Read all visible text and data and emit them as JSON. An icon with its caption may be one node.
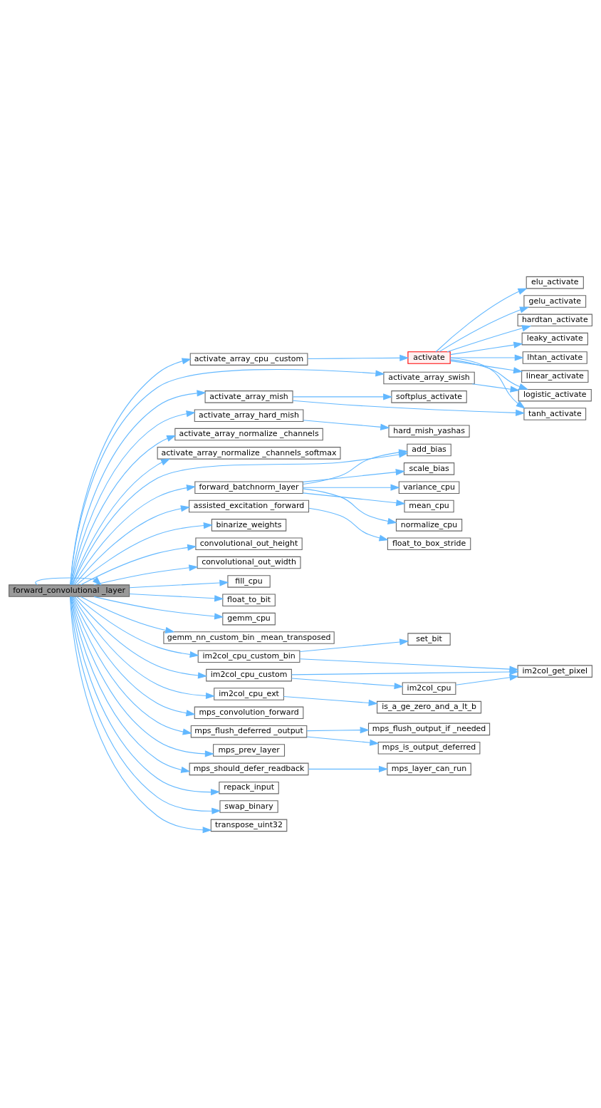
{
  "diagram": {
    "nodes": [
      {
        "text": [
          "forward_convolutional _layer"
        ]
      },
      {
        "text": [
          "activate_array_cpu _custom"
        ]
      },
      {
        "text": [
          "activate"
        ]
      },
      {
        "text": [
          "leaky_activate"
        ]
      },
      {
        "text": [
          "lhtan_activate"
        ]
      },
      {
        "text": [
          "linear_activate"
        ]
      },
      {
        "text": [
          "elu_activate"
        ]
      },
      {
        "text": [
          "gelu_activate"
        ]
      },
      {
        "text": [
          "hardtan_activate"
        ]
      },
      {
        "text": [
          "logistic_activate"
        ]
      },
      {
        "text": [
          "tanh_activate"
        ]
      },
      {
        "text": [
          "activate_array_swish"
        ]
      },
      {
        "text": [
          "activate_array_mish"
        ]
      },
      {
        "text": [
          "softplus_activate"
        ]
      },
      {
        "text": [
          "activate_array_hard_mish"
        ]
      },
      {
        "text": [
          "hard_mish_yashas"
        ]
      },
      {
        "text": [
          "activate_array_normalize _channels"
        ]
      },
      {
        "text": [
          "activate_array_normalize _channels_softmax"
        ]
      },
      {
        "text": [
          "add_bias"
        ]
      },
      {
        "text": [
          "forward_batchnorm_layer"
        ]
      },
      {
        "text": [
          "variance_cpu"
        ]
      },
      {
        "text": [
          "mean_cpu"
        ]
      },
      {
        "text": [
          "normalize_cpu"
        ]
      },
      {
        "text": [
          "scale_bias"
        ]
      },
      {
        "text": [
          "assisted_excitation _forward"
        ]
      },
      {
        "text": [
          "float_to_box_stride"
        ]
      },
      {
        "text": [
          "binarize_weights"
        ]
      },
      {
        "text": [
          "convolutional_out_height"
        ]
      },
      {
        "text": [
          "convolutional_out_width"
        ]
      },
      {
        "text": [
          "fill_cpu"
        ]
      },
      {
        "text": [
          "float_to_bit"
        ]
      },
      {
        "text": [
          "gemm_cpu"
        ]
      },
      {
        "text": [
          "gemm_nn_custom_bin _mean_transposed"
        ]
      },
      {
        "text": [
          "set_bit"
        ]
      },
      {
        "text": [
          "im2col_cpu_custom_bin"
        ]
      },
      {
        "text": [
          "im2col_get_pixel"
        ]
      },
      {
        "text": [
          "im2col_cpu_custom"
        ]
      },
      {
        "text": [
          "im2col_cpu"
        ]
      },
      {
        "text": [
          "im2col_cpu_ext"
        ]
      },
      {
        "text": [
          "is_a_ge_zero_and_a_lt_b"
        ]
      },
      {
        "text": [
          "mps_convolution_forward"
        ]
      },
      {
        "text": [
          "mps_flush_deferred _output"
        ]
      },
      {
        "text": [
          "mps_is_output_deferred"
        ]
      },
      {
        "text": [
          "mps_flush_output_if _needed"
        ]
      },
      {
        "text": [
          "mps_prev_layer"
        ]
      },
      {
        "text": [
          "mps_should_defer_readback"
        ]
      },
      {
        "text": [
          "mps_layer_can_run"
        ]
      },
      {
        "text": [
          "repack_input"
        ]
      },
      {
        "text": [
          "swap_binary"
        ]
      },
      {
        "text": [
          "transpose_uint32"
        ]
      }
    ],
    "edges": [
      {
        "from": 0,
        "to": 0,
        "arrow": "to"
      },
      {
        "from": 0,
        "to": 1,
        "arrow": "to"
      },
      {
        "from": 1,
        "to": 2,
        "arrow": "to"
      },
      {
        "from": 2,
        "to": 3,
        "arrow": "to"
      },
      {
        "from": 2,
        "to": 4,
        "arrow": "to"
      },
      {
        "from": 2,
        "to": 5,
        "arrow": "to"
      },
      {
        "from": 2,
        "to": 6,
        "arrow": "to"
      },
      {
        "from": 2,
        "to": 7,
        "arrow": "to"
      },
      {
        "from": 2,
        "to": 8,
        "arrow": "to"
      },
      {
        "from": 2,
        "to": 9,
        "arrow": "to"
      },
      {
        "from": 2,
        "to": 10,
        "arrow": "to"
      },
      {
        "from": 0,
        "to": 11,
        "arrow": "to"
      },
      {
        "from": 11,
        "to": 9,
        "arrow": "to"
      },
      {
        "from": 0,
        "to": 12,
        "arrow": "to"
      },
      {
        "from": 12,
        "to": 13,
        "arrow": "to"
      },
      {
        "from": 12,
        "to": 10,
        "arrow": "to"
      },
      {
        "from": 0,
        "to": 14,
        "arrow": "to"
      },
      {
        "from": 14,
        "to": 15,
        "arrow": "to"
      },
      {
        "from": 0,
        "to": 16,
        "arrow": "to"
      },
      {
        "from": 0,
        "to": 17,
        "arrow": "to"
      },
      {
        "from": 0,
        "to": 18,
        "arrow": "to"
      },
      {
        "from": 0,
        "to": 19,
        "arrow": "to"
      },
      {
        "from": 19,
        "to": 18,
        "arrow": "to"
      },
      {
        "from": 19,
        "to": 20,
        "arrow": "to"
      },
      {
        "from": 19,
        "to": 21,
        "arrow": "to"
      },
      {
        "from": 19,
        "to": 22,
        "arrow": "to"
      },
      {
        "from": 19,
        "to": 23,
        "arrow": "to"
      },
      {
        "from": 0,
        "to": 24,
        "arrow": "to"
      },
      {
        "from": 24,
        "to": 25,
        "arrow": "to"
      },
      {
        "from": 0,
        "to": 26,
        "arrow": "to"
      },
      {
        "from": 0,
        "to": 27,
        "arrow": "to"
      },
      {
        "from": 0,
        "to": 28,
        "arrow": "to"
      },
      {
        "from": 0,
        "to": 29,
        "arrow": "to"
      },
      {
        "from": 0,
        "to": 30,
        "arrow": "to"
      },
      {
        "from": 0,
        "to": 31,
        "arrow": "to"
      },
      {
        "from": 0,
        "to": 32,
        "arrow": "to"
      },
      {
        "from": 0,
        "to": 34,
        "arrow": "to"
      },
      {
        "from": 34,
        "to": 33,
        "arrow": "to"
      },
      {
        "from": 34,
        "to": 35,
        "arrow": "to"
      },
      {
        "from": 0,
        "to": 36,
        "arrow": "to"
      },
      {
        "from": 36,
        "to": 37,
        "arrow": "to"
      },
      {
        "from": 37,
        "to": 35,
        "arrow": "to"
      },
      {
        "from": 36,
        "to": 35,
        "arrow": "to"
      },
      {
        "from": 0,
        "to": 38,
        "arrow": "to"
      },
      {
        "from": 38,
        "to": 39,
        "arrow": "to"
      },
      {
        "from": 0,
        "to": 40,
        "arrow": "to"
      },
      {
        "from": 0,
        "to": 41,
        "arrow": "to"
      },
      {
        "from": 41,
        "to": 42,
        "arrow": "to"
      },
      {
        "from": 41,
        "to": 43,
        "arrow": "to"
      },
      {
        "from": 0,
        "to": 44,
        "arrow": "to"
      },
      {
        "from": 0,
        "to": 45,
        "arrow": "to"
      },
      {
        "from": 45,
        "to": 46,
        "arrow": "to"
      },
      {
        "from": 0,
        "to": 47,
        "arrow": "to"
      },
      {
        "from": 0,
        "to": 48,
        "arrow": "to"
      },
      {
        "from": 0,
        "to": 49,
        "arrow": "to"
      }
    ]
  }
}
